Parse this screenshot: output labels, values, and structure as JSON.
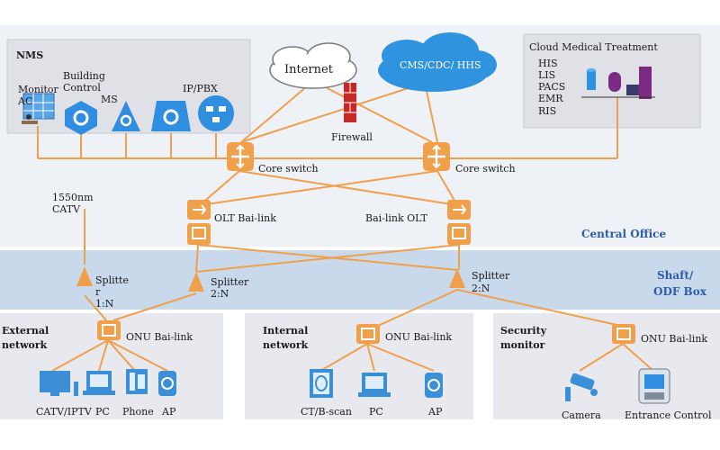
{
  "nms": {
    "title": "NMS",
    "monitor_label_1": "Monitor",
    "monitor_label_2": "AC",
    "building_label_1": "Building",
    "building_label_2": "Control",
    "building_label_3": "MS",
    "ippbx_label": "IP/PBX"
  },
  "cloud_internet": "Internet",
  "cloud_cms": "CMS/CDC/ HHS",
  "firewall": "Firewall",
  "medical": {
    "title": "Cloud Medical Treatment",
    "items": [
      "HIS",
      "LIS",
      "PACS",
      "EMR",
      "RIS"
    ]
  },
  "core_switch_left": "Core switch",
  "core_switch_right": "Core switch",
  "catv_1": "1550nm",
  "catv_2": "CATV",
  "olt_left": "OLT Bai-link",
  "olt_right": "Bai-link OLT",
  "central_office": "Central Office",
  "shaft_1": "Shaft/",
  "shaft_2": "ODF Box",
  "splitter_1": {
    "l1": "Splitte",
    "l2": "r",
    "l3": "1:N"
  },
  "splitter_2": {
    "l1": "Splitter",
    "l2": "2:N"
  },
  "splitter_3": {
    "l1": "Splitter",
    "l2": "2:N"
  },
  "external": {
    "title_1": "External",
    "title_2": "network",
    "onu": "ONU Bai-link",
    "devices": [
      "CATV/IPTV",
      "PC",
      "Phone",
      "AP"
    ]
  },
  "internal": {
    "title_1": "Internal",
    "title_2": "network",
    "onu": "ONU Bai-link",
    "devices": [
      "CT/B-scan",
      "PC",
      "AP"
    ]
  },
  "security": {
    "title_1": "Security",
    "title_2": "monitor",
    "onu": "ONU Bai-link",
    "devices": [
      "Camera",
      "Entrance Control"
    ]
  },
  "colors": {
    "orange": "#f0a04b",
    "device_blue": "#3a8fd6",
    "band_blue": "#c9d9ec",
    "panel_gray": "#e7e9ee",
    "label_blue": "#2d5ba8"
  }
}
